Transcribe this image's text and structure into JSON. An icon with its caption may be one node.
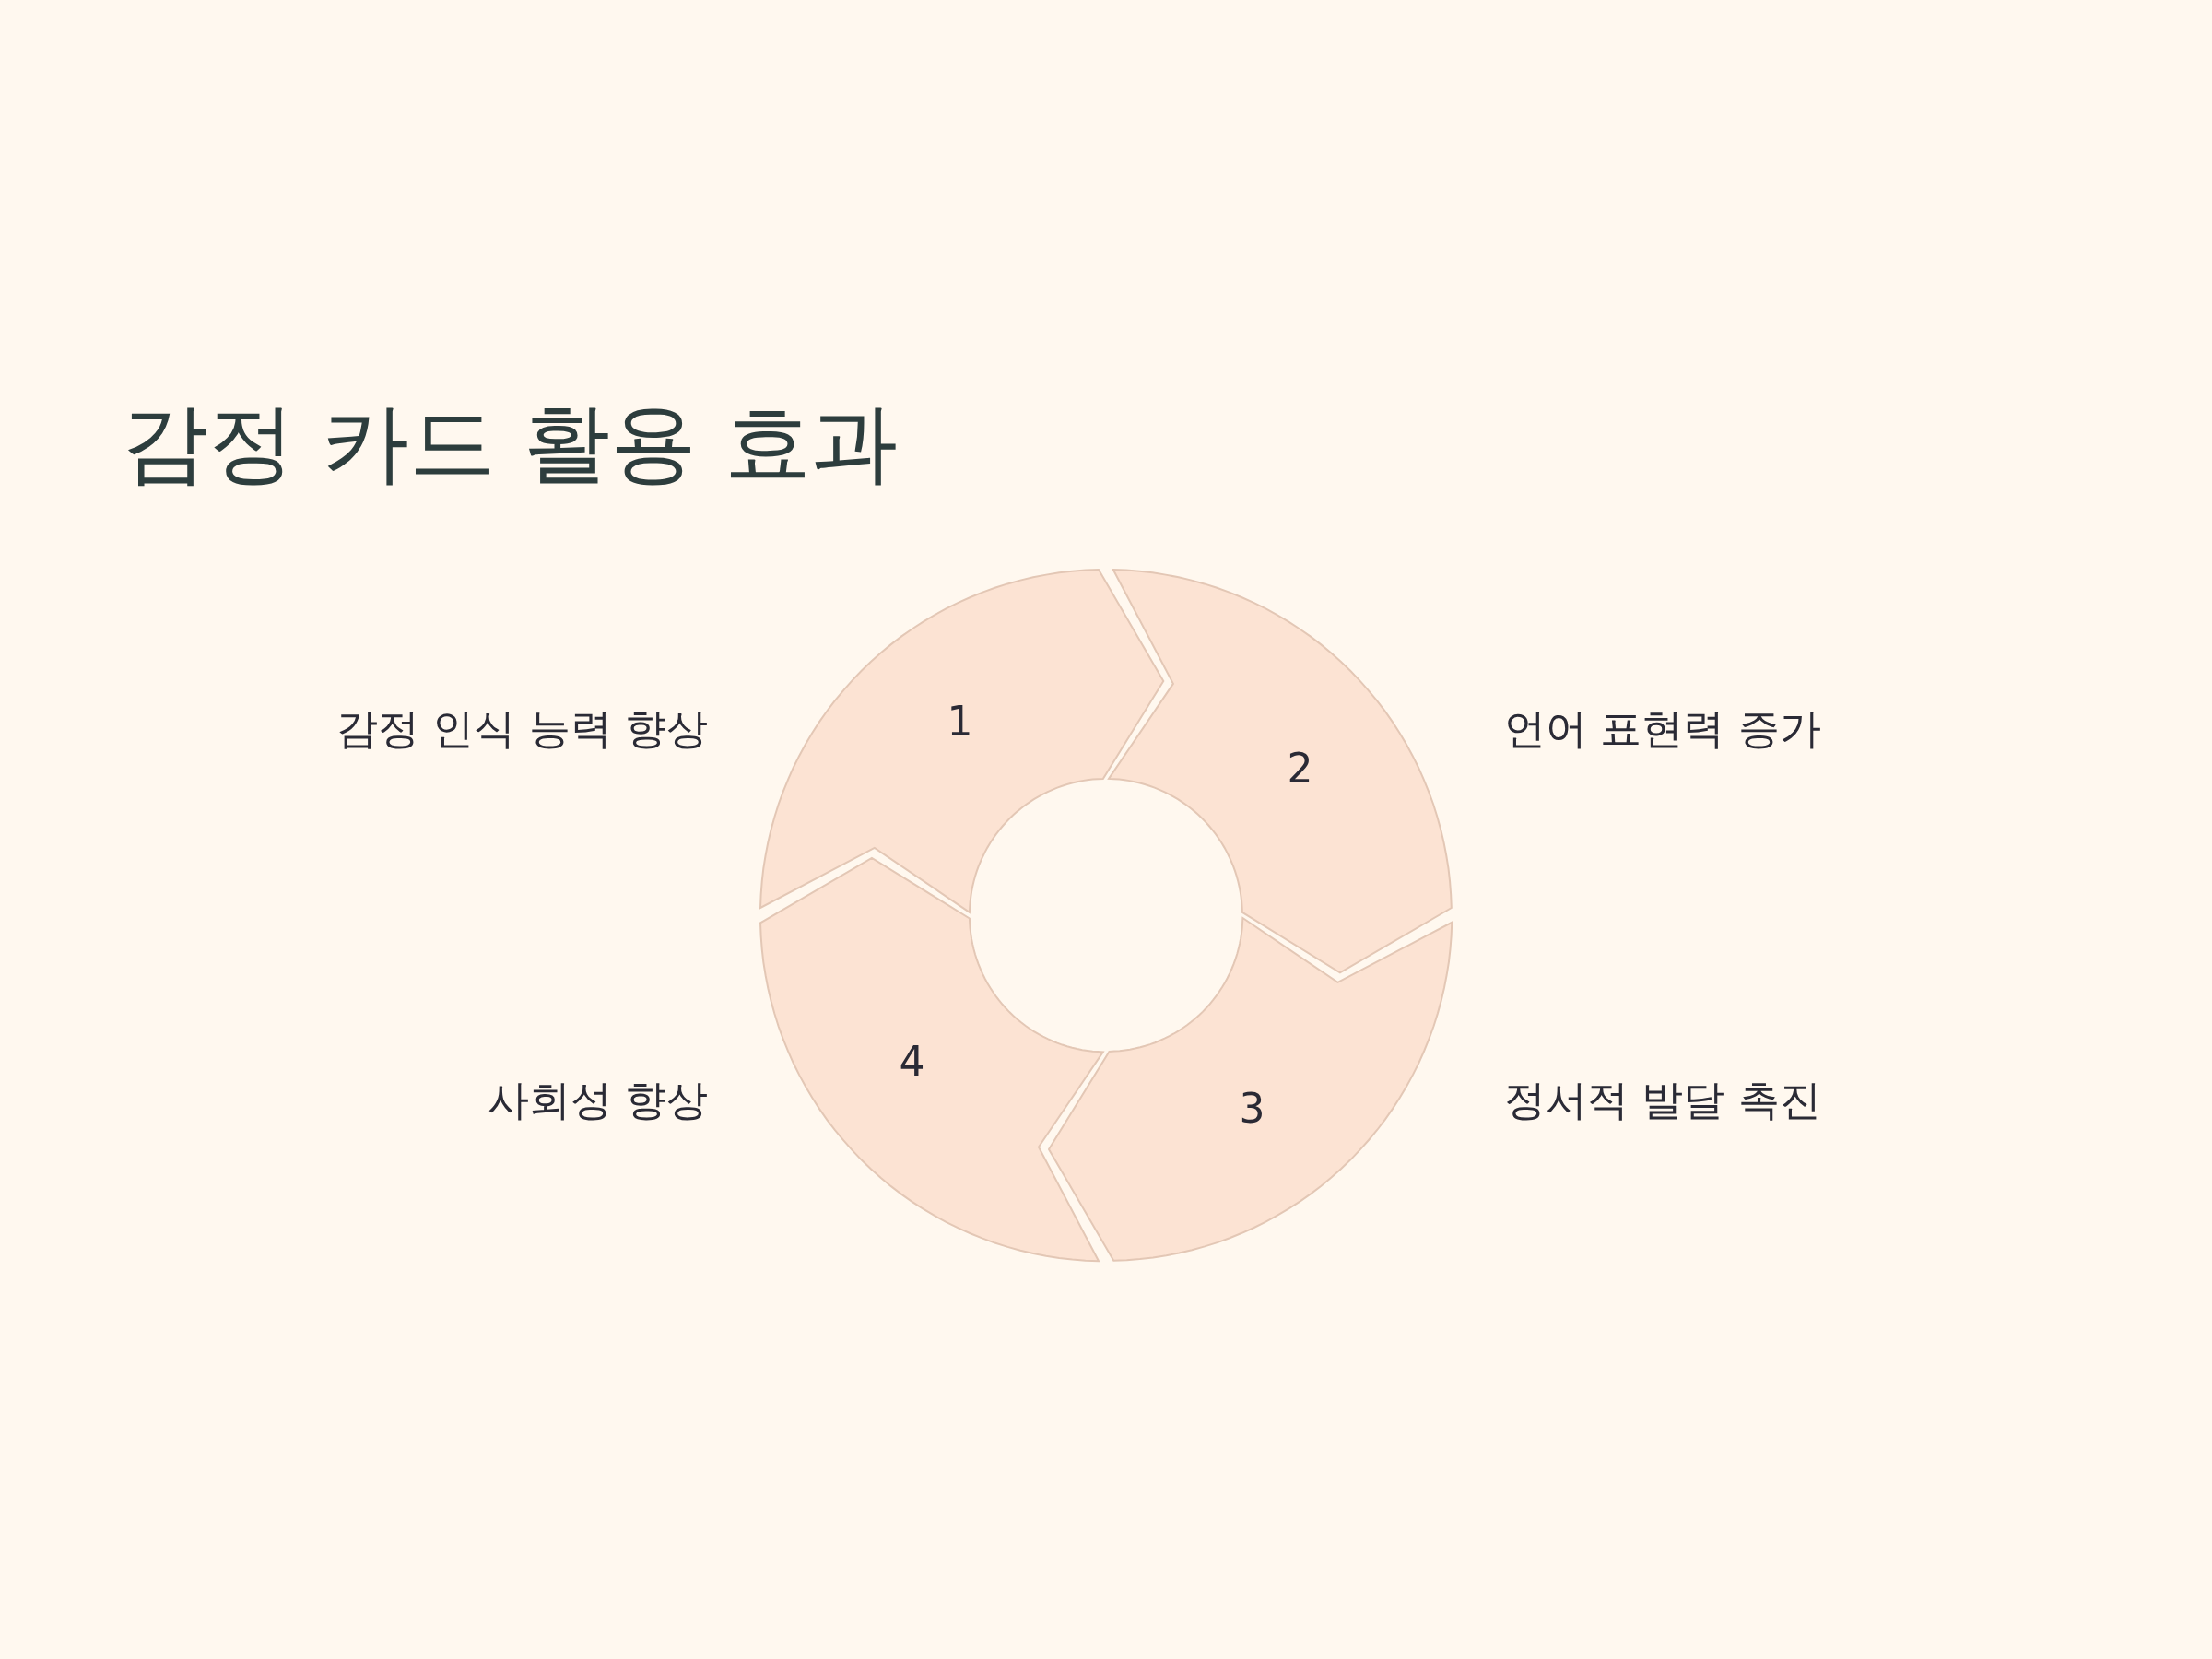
{
  "diagram": {
    "title": "감정 카드 활용 효과",
    "nodes": [
      {
        "text": [
          "1"
        ],
        "beside": [
          "감정 인식 능력 향상"
        ]
      },
      {
        "text": [
          "2"
        ],
        "beside": [
          "언어 표현력 증가"
        ]
      },
      {
        "text": [
          "3"
        ],
        "beside": [
          "정서적 발달 촉진"
        ]
      },
      {
        "text": [
          "4"
        ],
        "beside": [
          "사회성 향상"
        ]
      }
    ]
  }
}
